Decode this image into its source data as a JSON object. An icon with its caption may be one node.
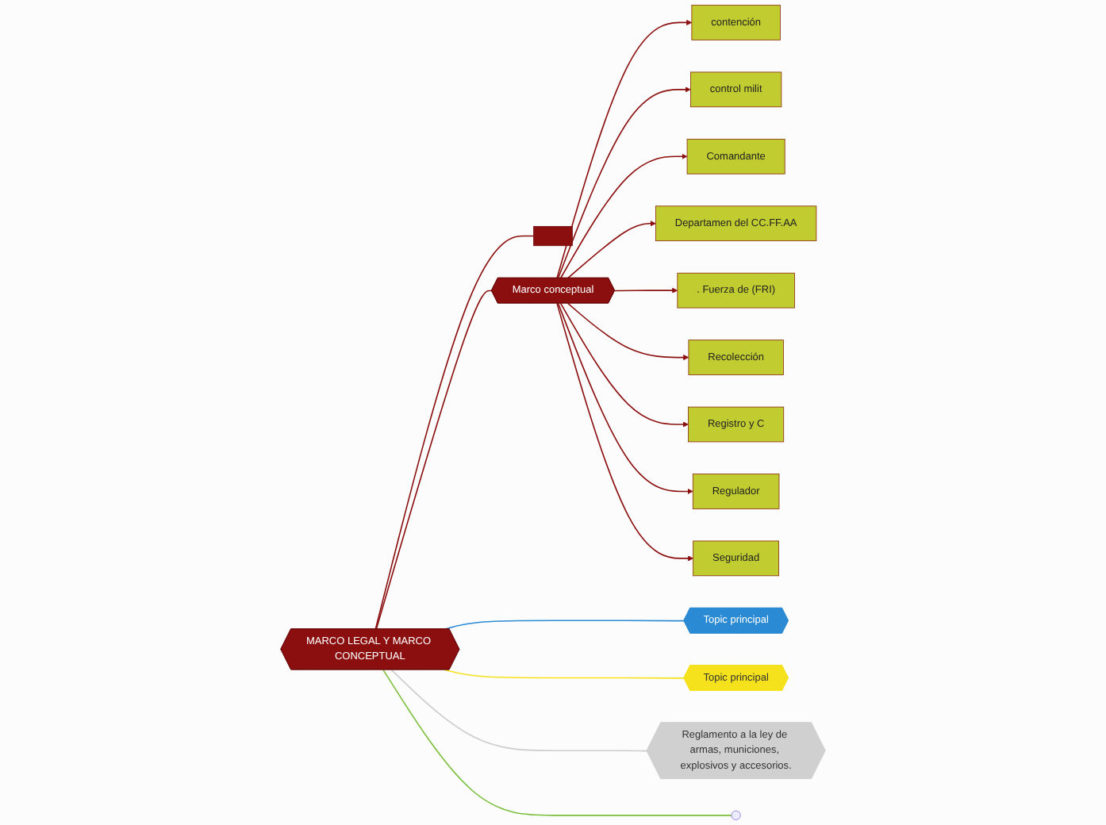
{
  "diagram": {
    "nodes": [
      {
        "text": [
          "MARCO LEGAL Y MARCO CONCEPTUAL"
        ]
      },
      {
        "text": [],
        "shape": "box"
      },
      {
        "text": [
          "Marco conceptual"
        ]
      },
      {
        "text": [
          "contención"
        ]
      },
      {
        "text": [
          "control milit"
        ]
      },
      {
        "text": [
          "Comandante"
        ]
      },
      {
        "text": [
          "Departamen del CC.FF.AA"
        ]
      },
      {
        "text": [
          ". Fuerza de (FRI)"
        ]
      },
      {
        "text": [
          "Recolección"
        ]
      },
      {
        "text": [
          "Registro y C"
        ]
      },
      {
        "text": [
          "Regulador"
        ]
      },
      {
        "text": [
          "Seguridad"
        ]
      },
      {
        "text": [
          "Topic principal"
        ]
      },
      {
        "text": [
          "Topic principal"
        ]
      },
      {
        "text": [
          "Reglamento a la ley de armas, municiones, explosivos y accesorios."
        ]
      }
    ],
    "edges": [
      {
        "from": 0,
        "to": 1,
        "arrow": "none"
      },
      {
        "from": 0,
        "to": 2,
        "arrow": "none"
      },
      {
        "from": 2,
        "to": 3,
        "arrow": "to"
      },
      {
        "from": 2,
        "to": 4,
        "arrow": "to"
      },
      {
        "from": 2,
        "to": 5,
        "arrow": "to"
      },
      {
        "from": 2,
        "to": 6,
        "arrow": "to"
      },
      {
        "from": 2,
        "to": 7,
        "arrow": "to"
      },
      {
        "from": 2,
        "to": 8,
        "arrow": "to"
      },
      {
        "from": 2,
        "to": 9,
        "arrow": "to"
      },
      {
        "from": 2,
        "to": 10,
        "arrow": "to"
      },
      {
        "from": 2,
        "to": 11,
        "arrow": "to"
      },
      {
        "from": 0,
        "to": 12,
        "arrow": "none",
        "color": "#2a8ad4"
      },
      {
        "from": 0,
        "to": 13,
        "arrow": "none",
        "color": "#f5e11c"
      },
      {
        "from": 0,
        "to": 14,
        "arrow": "none",
        "color": "#cccccc"
      },
      {
        "from": 0,
        "to": null,
        "arrow": "none",
        "color": "#7cbf3c"
      }
    ]
  }
}
